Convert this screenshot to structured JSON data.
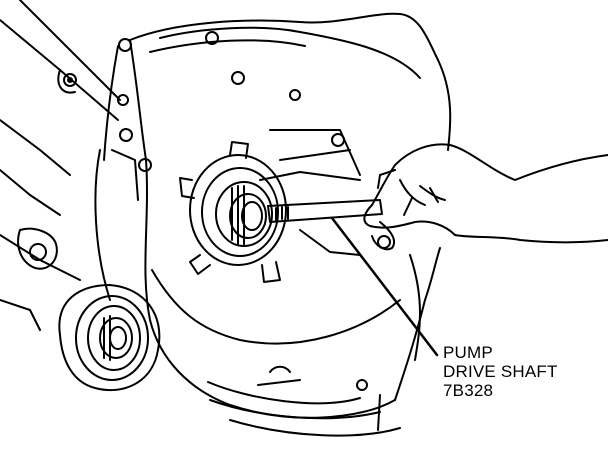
{
  "diagram": {
    "callout_lines": [
      "PUMP",
      "DRIVE SHAFT",
      "7B328"
    ],
    "figure_number": "",
    "colors": {
      "ink": "#000000",
      "paper": "#ffffff"
    }
  }
}
